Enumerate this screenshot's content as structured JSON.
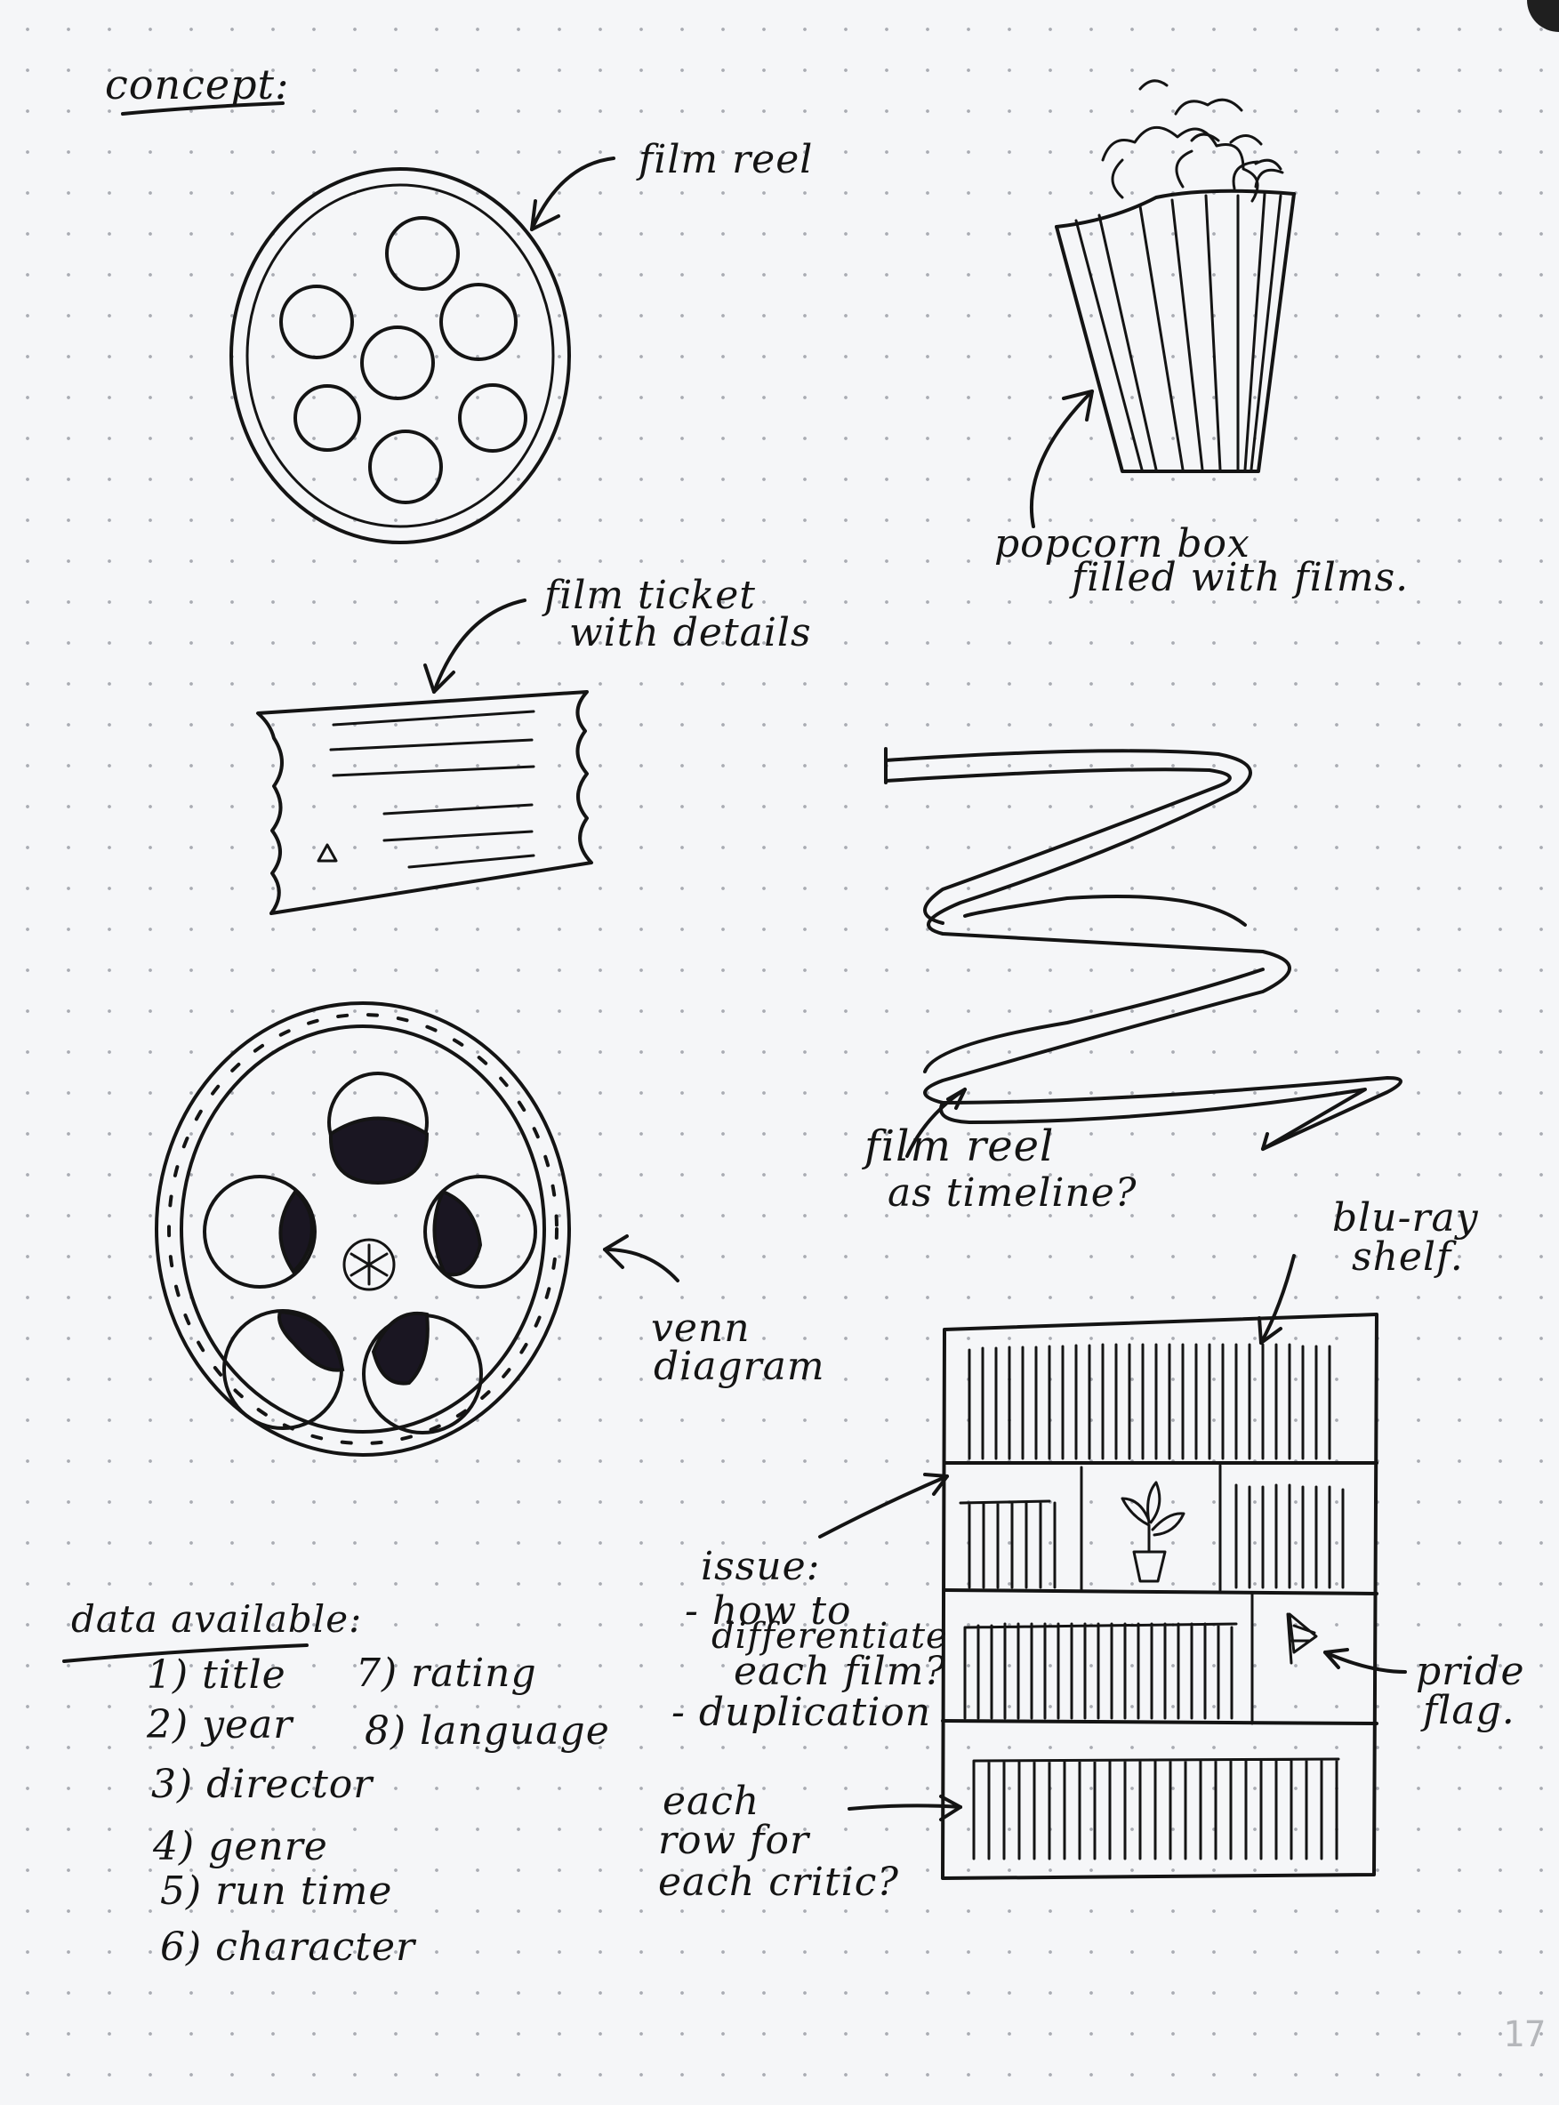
{
  "heading": "concept:",
  "labels": {
    "film_reel": "film reel",
    "popcorn_line1": "popcorn box",
    "popcorn_line2": "filled with films.",
    "ticket_line1": "film ticket",
    "ticket_line2": "with details",
    "timeline_line1": "film reel",
    "timeline_line2": "as timeline?",
    "venn_line1": "venn",
    "venn_line2": "diagram",
    "shelf_line1": "blu-ray",
    "shelf_line2": "shelf.",
    "pride_line1": "pride",
    "pride_line2": "flag."
  },
  "issue": {
    "title": "issue:",
    "lines": [
      "- how to",
      "differentiate",
      "each film?",
      "- duplication"
    ]
  },
  "critic": [
    "each",
    "row for",
    "each critic?"
  ],
  "data_available": {
    "title": "data available:",
    "items": [
      "1) title",
      "2) year",
      "3) director",
      "4) genre",
      "5) run time",
      "6) character",
      "7) rating",
      "8) language"
    ]
  },
  "page_number": "17",
  "ink_color": "#141414"
}
